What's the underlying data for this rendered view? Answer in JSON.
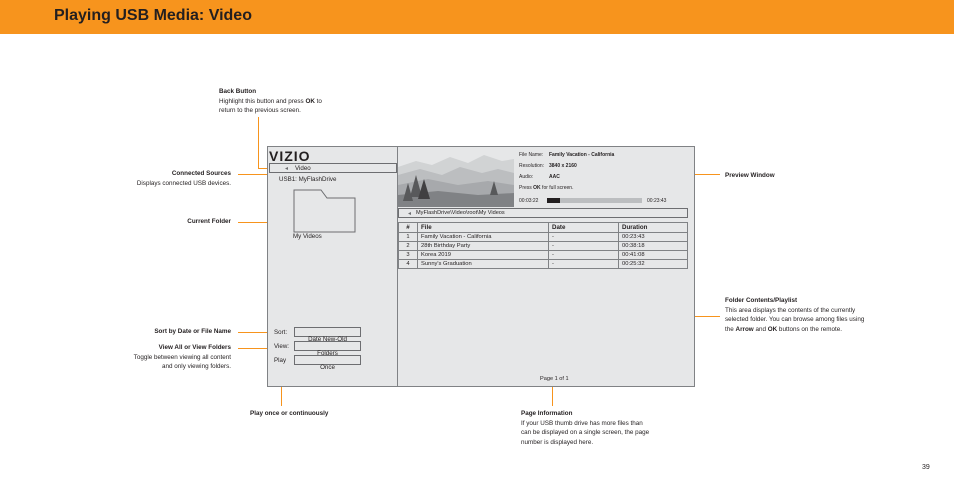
{
  "page": {
    "title": "Playing USB Media: Video",
    "page_number": "39"
  },
  "callouts": {
    "back_button": {
      "heading": "Back Button",
      "line1_pre": "Highlight this button and press ",
      "line1_bold": "OK",
      "line1_post": " to",
      "line2": "return to the previous screen."
    },
    "connected_sources": {
      "heading": "Connected Sources",
      "line1": "Displays connected USB devices."
    },
    "current_folder": {
      "heading": "Current Folder"
    },
    "sort": {
      "heading": "Sort by Date or File Name"
    },
    "view": {
      "heading": "View All or View Folders",
      "line1": "Toggle between viewing all content",
      "line2": "and only viewing folders."
    },
    "play": {
      "heading": "Play once or continuously"
    },
    "preview_window": {
      "heading": "Preview Window"
    },
    "folder_contents": {
      "heading": "Folder Contents/Playlist",
      "line1": "This area displays the contents of the currently",
      "line2": "selected folder. You can browse among files using",
      "line3_pre": "the ",
      "line3_bold1": "Arrow",
      "line3_mid": " and ",
      "line3_bold2": "OK",
      "line3_post": " buttons on the remote."
    },
    "page_information": {
      "heading": "Page Information",
      "line1": "If your USB thumb drive has more files than",
      "line2": "can be displayed on a single screen, the page",
      "line3": "number is displayed here."
    }
  },
  "tv": {
    "logo": "VIZIO",
    "back_label": "Video",
    "source": "USB1: MyFlashDrive",
    "folder_label": "My Videos",
    "sort_label": "Sort:",
    "sort_value": "Date New-Old",
    "view_label": "View:",
    "view_value": "Folders",
    "play_label": "Play",
    "play_value": "Once",
    "info": {
      "file_name_label": "File Name:",
      "file_name": "Family Vacation - California",
      "resolution_label": "Resolution:",
      "resolution": "3840 x 2160",
      "audio_label": "Audio:",
      "audio": "AAC",
      "press_pre": "Press ",
      "press_bold": "OK",
      "press_post": " for full screen.",
      "time_elapsed": "00:03:22",
      "time_total": "00:23:43",
      "progress": 0.14
    },
    "path": "MyFlashDrive\\Video\\root\\My Videos",
    "columns": [
      "#",
      "File",
      "Date",
      "Duration"
    ],
    "rows": [
      [
        "1",
        "Family Vacation - California",
        "-",
        "00:23:43"
      ],
      [
        "2",
        "28th Birthday Party",
        "-",
        "00:38:18"
      ],
      [
        "3",
        "Korea 2019",
        "-",
        "00:41:08"
      ],
      [
        "4",
        "Sunny's Graduation",
        "-",
        "00:25:32"
      ]
    ],
    "page_info": "Page 1 of 1"
  },
  "colors": {
    "accent": "#f7941d",
    "screen_bg": "#e6e7e8",
    "text": "#231f20"
  }
}
